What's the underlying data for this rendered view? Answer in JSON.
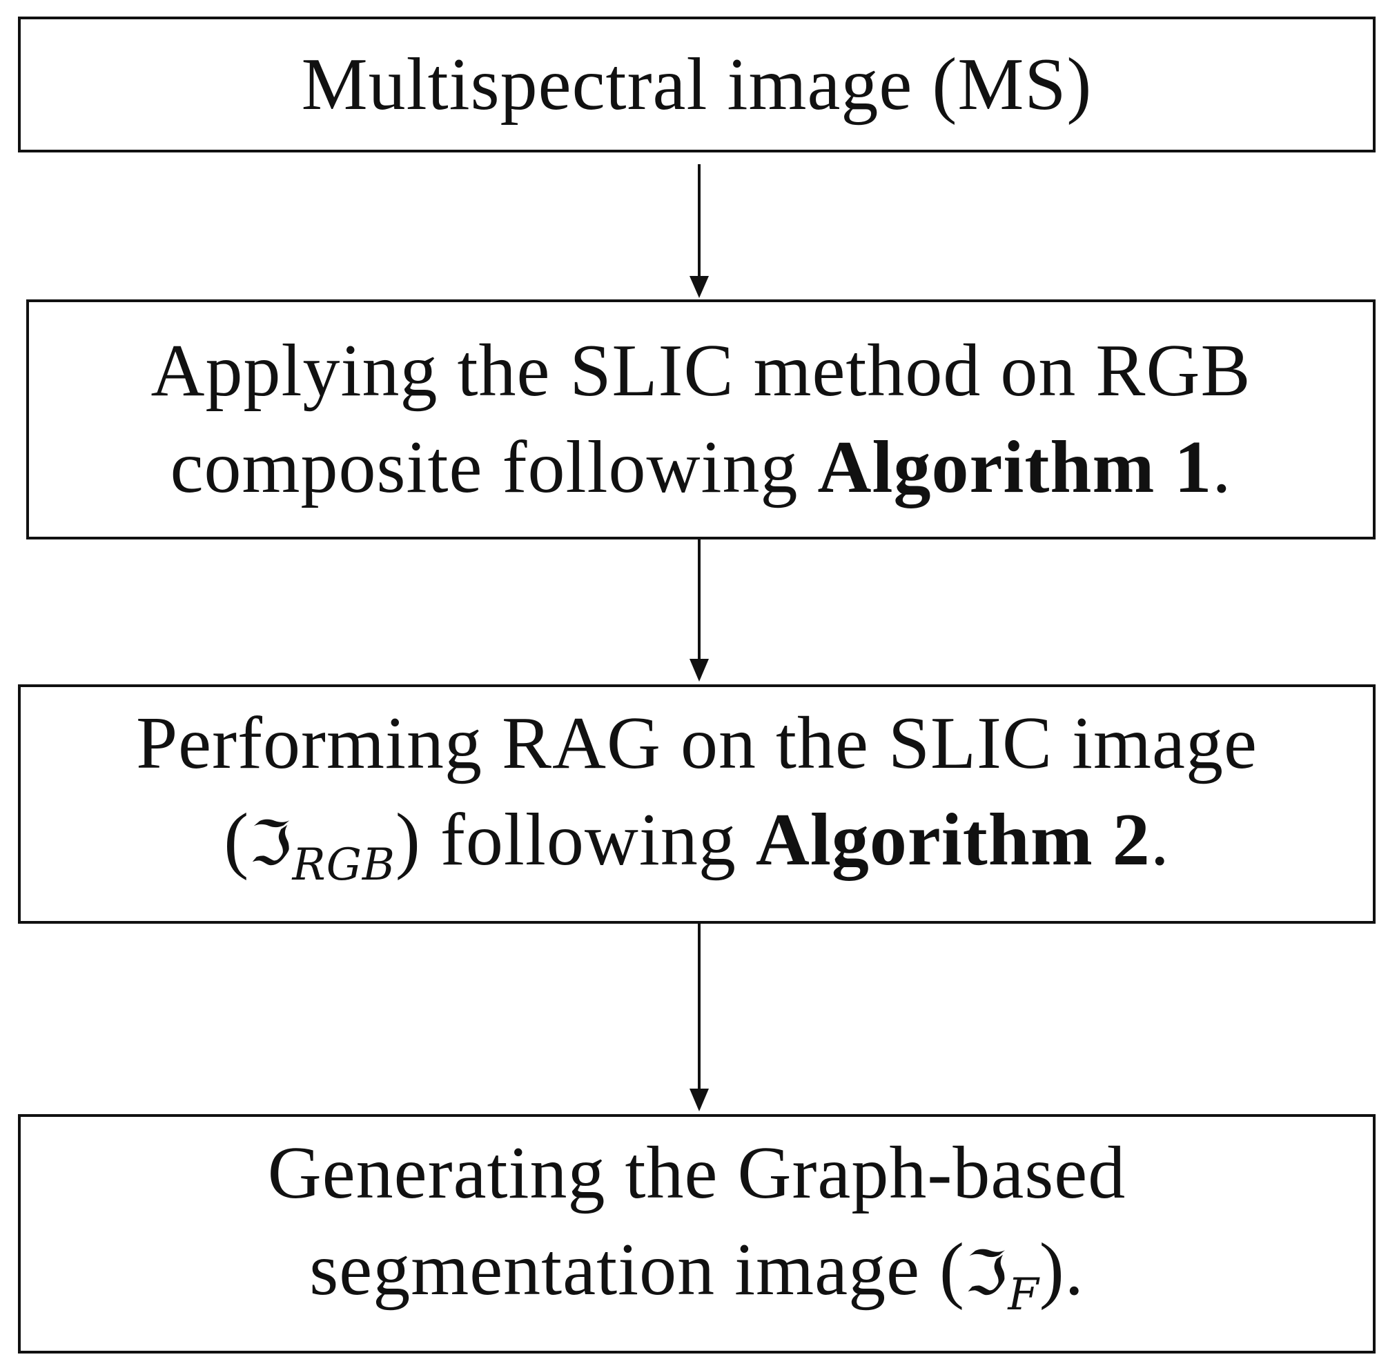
{
  "steps": [
    {
      "line1": "Multispectral image (MS)"
    },
    {
      "line1": "Applying the SLIC method on RGB",
      "line2_pre": "composite following ",
      "line2_bold": "Algorithm 1",
      "line2_post": "."
    },
    {
      "line1": "Performing RAG on the SLIC image",
      "line2_open": "(",
      "line2_symbol": "ℑ",
      "line2_sub": "RGB",
      "line2_mid": ") following ",
      "line2_bold": "Algorithm 2",
      "line2_post": "."
    },
    {
      "line1": "Generating the Graph-based",
      "line2_pre": "segmentation image (",
      "line2_symbol": "ℑ",
      "line2_sub": "F",
      "line2_post": ")."
    }
  ]
}
